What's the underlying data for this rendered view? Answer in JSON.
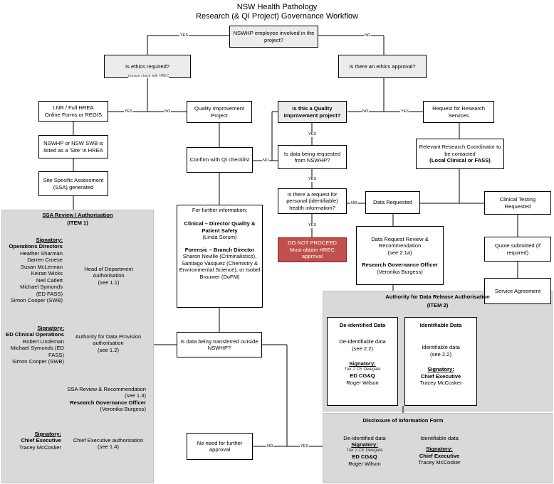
{
  "title": {
    "line1": "NSW Health Pathology",
    "line2": "Research (& QI Project) Governance Workflow"
  },
  "edge_labels": {
    "yes": "YES",
    "no": "NO"
  },
  "nodes": {
    "employee": "NSWHP employee involved in the project?",
    "ethics_required": "Is ethics required?",
    "ensure_check": "(ensure check with HREC",
    "ethics_approval": "Is there an ethics approval?",
    "lnr_l1": "LNR / Full HREA",
    "lnr_l2": "Online Forms or REGIS",
    "qi_project_box": "Quality Improvement Project",
    "is_qi": "Is this a Quality Improvement project?",
    "request_services": "Request for Research Services",
    "site_listed": "NSWHP or NSW SWB is listed as a 'Site' in HREA",
    "confirm_qi": "Confirm with QI checklist",
    "data_nswhp": "Is data being requested from NSWHP?",
    "research_coord_l1": "Relevant Research Coordinator to be contacted",
    "research_coord_l2": "(Local Clinical or FASS)",
    "ssa_generated": "Site Specific Assessment (SSA) generated",
    "personal_info": "Is there a request for personal (identifiable) health information?",
    "data_requested": "Data Requested",
    "clinical_testing": "Clinical Testing Requested",
    "do_not_proceed_l1": "DO NOT PROCEED",
    "do_not_proceed_l2": "Must obtain HREC approval",
    "quote": "Quote submitted (if required)",
    "service_agreement": "Service Agreement",
    "transfer_outside": "Is data being transferred outside NSWHP?",
    "no_further_approval": "No need for further approval"
  },
  "further_info": {
    "heading": "For further information;",
    "clinical_title": "Clinical – Director Quality & Patient Safety",
    "clinical_name": "(Linda Sorum)",
    "forensic_title": "Forensic – Branch Director",
    "forensic_names": "Sharon Neville (Criminalistics), Santiago Vasquez (Chemistry & Environmental Science), or Isobel Brouwer (DoFM)"
  },
  "data_review": {
    "line1": "Data Request Review & Recommendation",
    "line2": "(see 2.1a)",
    "officer": "Research Governance Officer",
    "officer_name": "(Veronika Burgess)"
  },
  "ssa_panel": {
    "title": "SSA Review / Authorisation",
    "subtitle": "(ITEM 1)",
    "sig1_label": "Signatory:",
    "sig1_role": "Operations Directors",
    "sig1_names": [
      "Heather Sharman",
      "Darren Croese",
      "Susan McLennan",
      "Keiran Wicks",
      "Neil Catlett",
      "Michael Symonds",
      "(ED FASS)",
      "Simon Cooper (SWB)"
    ],
    "sig1_desc": [
      "Head of Department",
      "Authorisation",
      "(see 1.1)"
    ],
    "sig2_label": "Signatory:",
    "sig2_role": "ED Clinical Operations",
    "sig2_names": [
      "Robert Lindeman",
      "Michael Symonds (ED",
      "FASS)",
      "Simon Cooper (SWB)"
    ],
    "sig2_desc": [
      "Authority for Data Provision",
      "authorisation",
      "(see 1.2)"
    ],
    "ssa_review": [
      "SSA Review & Recommendation",
      "(see 1.3)"
    ],
    "rgo": "Research Governance Officer",
    "rgo_name": "(Veronika Burgess)",
    "sig3_label": "Signatory:",
    "sig3_role": "Chief Executive",
    "sig3_name": "Tracey McCosker",
    "sig3_desc": [
      "Chief Executive authorisation",
      "(see 1.4)"
    ]
  },
  "release_panel": {
    "title": "Authority for Data Release Authorisation",
    "subtitle": "(ITEM 2)",
    "deid_title": "De-identified Data",
    "deid_desc": [
      "De-identifiable data",
      "(see 2.2)"
    ],
    "deid_sig": "Signatory:",
    "deid_tier": "Tier 2 CE Delegate",
    "deid_role": "ED CG&Q",
    "deid_name": "Roger Wilson",
    "id_title": "Identifiable Data",
    "id_desc": [
      "Identifiable data",
      "(see 2.2)"
    ],
    "id_sig": "Signatory:",
    "id_role": "Chief Executive",
    "id_name": "Tracey McCosker"
  },
  "disclosure_panel": {
    "title": "Disclosure of Information Form",
    "left_head": "De-identified data",
    "left_sig": "Signatory:",
    "left_tier": "Tier 2 CE Delegate",
    "left_role": "ED CG&Q",
    "left_name": "Roger Wilson",
    "right_head": "Identifiable data",
    "right_sig": "Signatory:",
    "right_role": "Chief Executive",
    "right_name": "Tracey McCosker"
  }
}
